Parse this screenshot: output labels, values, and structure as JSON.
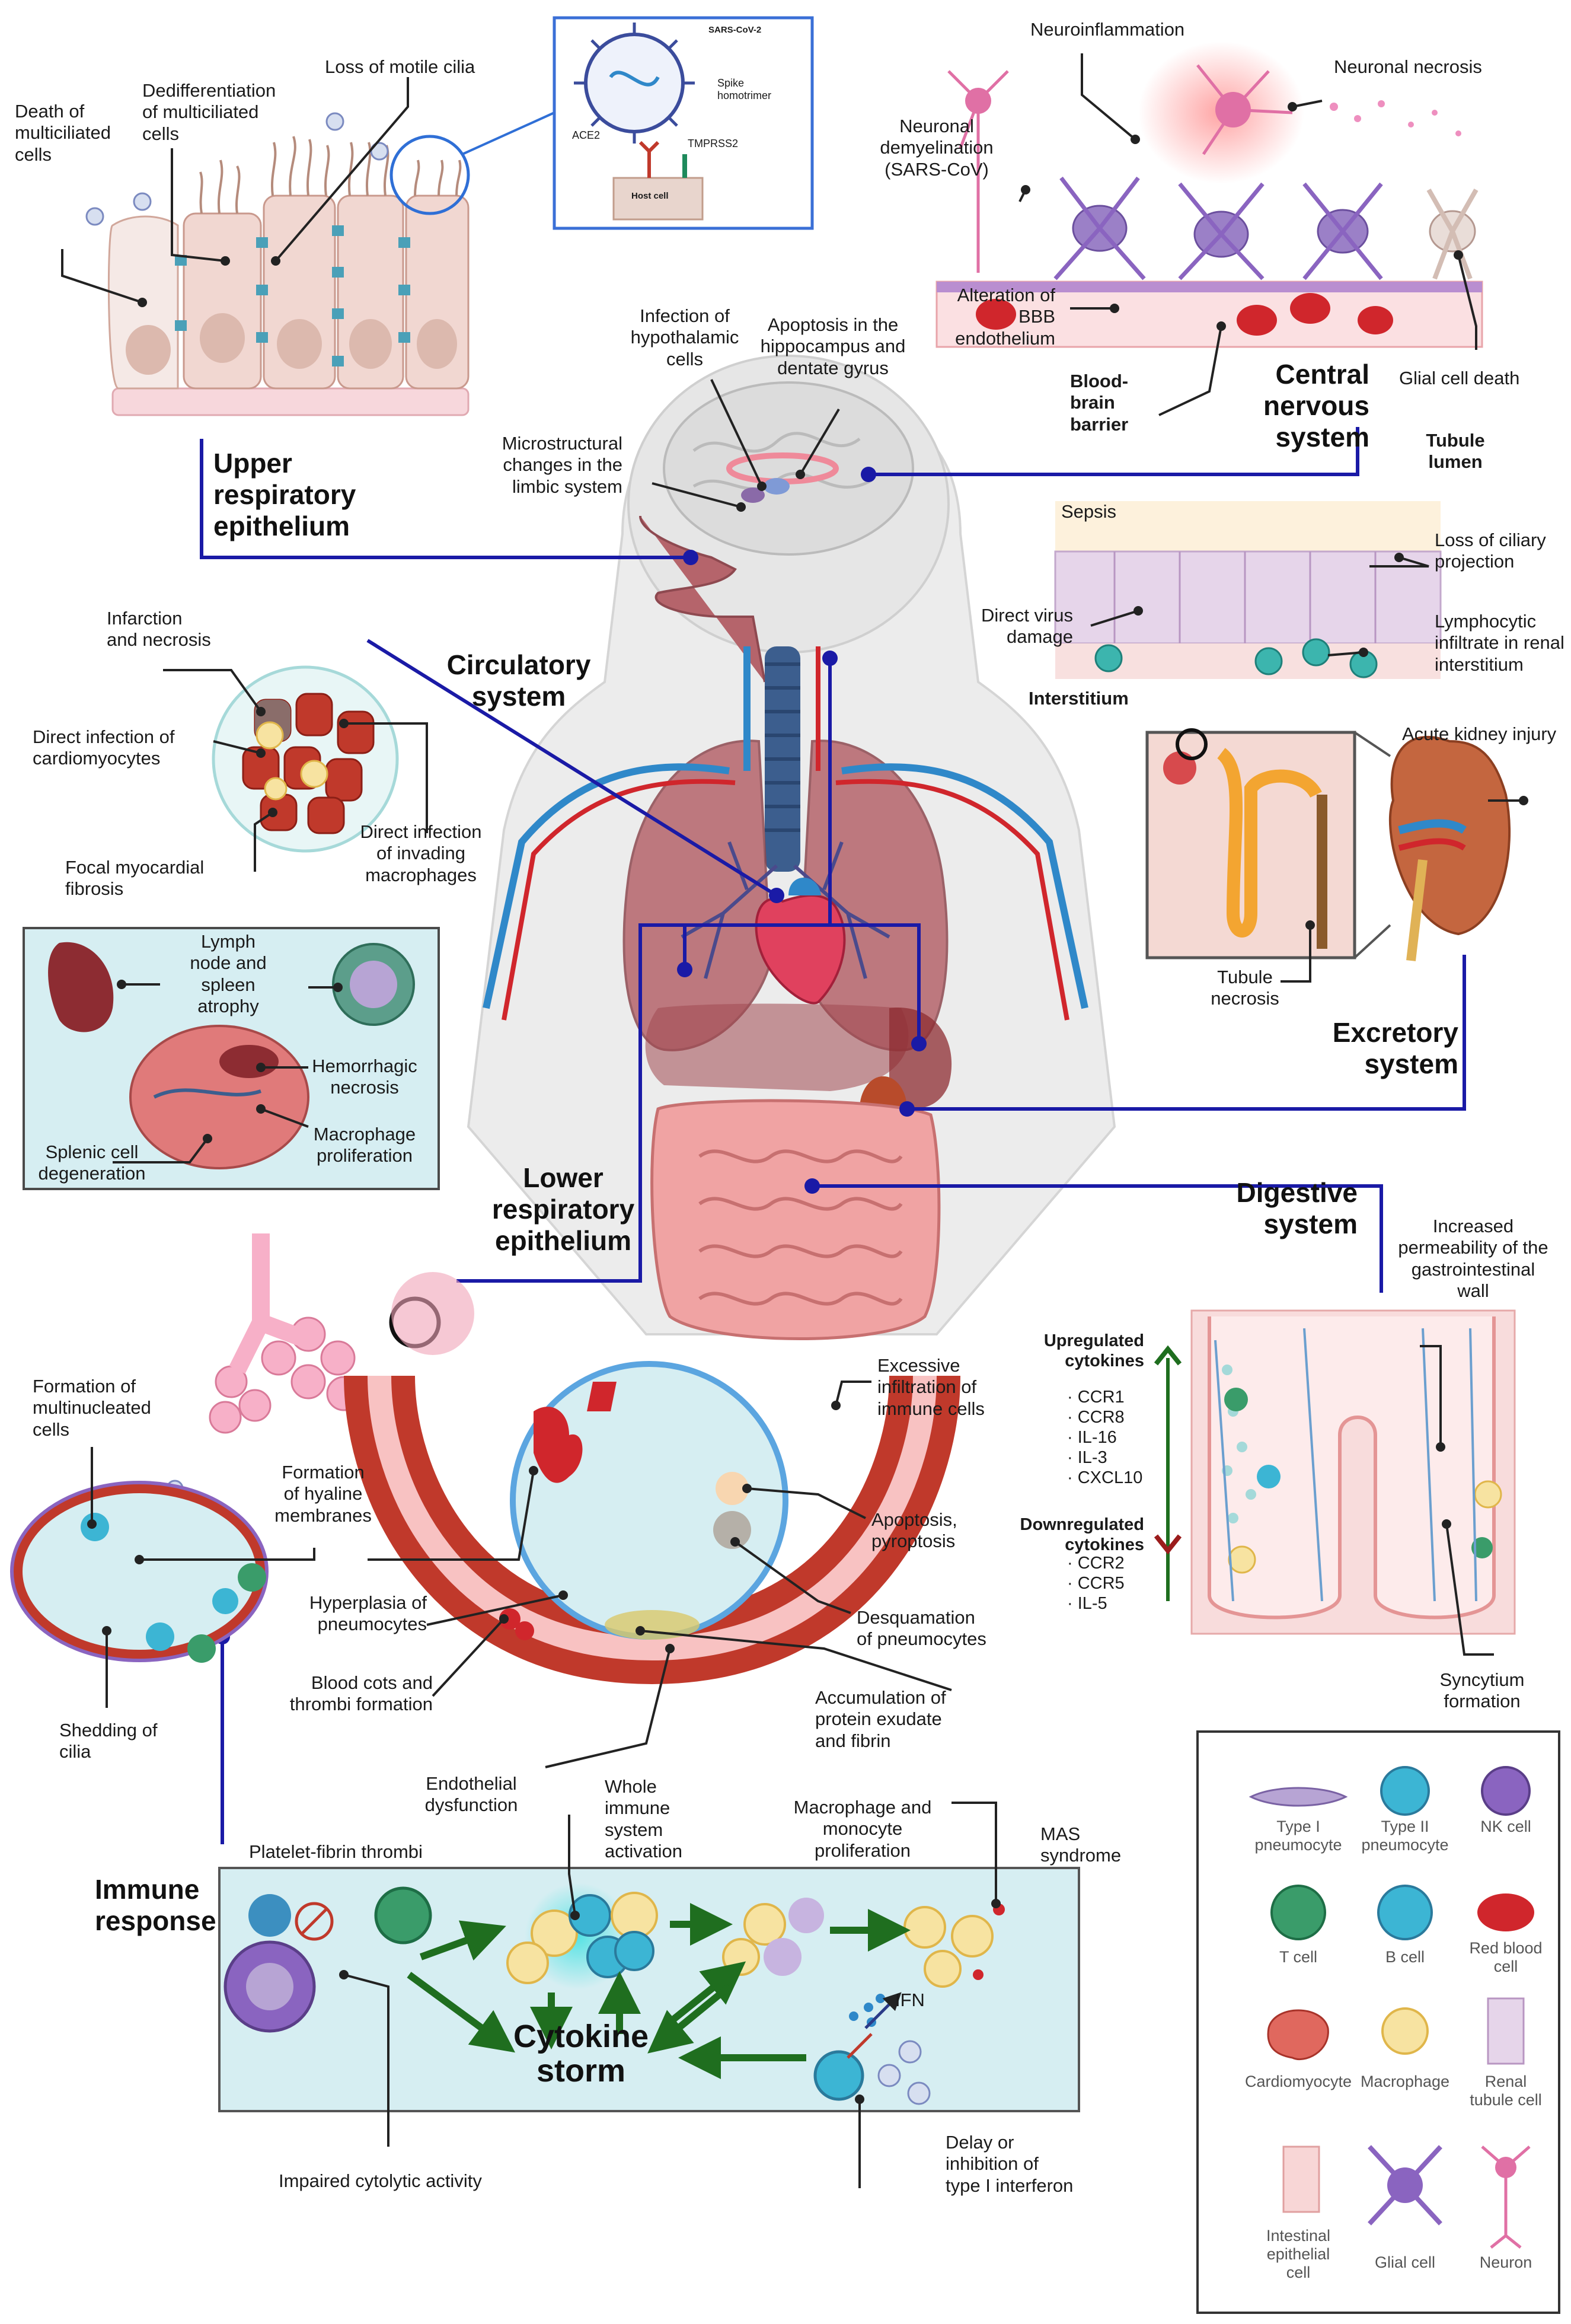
{
  "colors": {
    "connector_blue": "#1a1aa6",
    "arrow_green": "#1f6e1f",
    "panel_teal": "#d6eef2",
    "lung": "#b5646b",
    "intestine": "#f0a3a3",
    "rbc": "#d0262c"
  },
  "inset": {
    "title": "SARS-CoV-2",
    "spike": "Spike\nhomotrimer",
    "ace2": "ACE2",
    "tmprss2": "TMPRSS2",
    "host_cell": "Host cell"
  },
  "upper_resp": {
    "title": "Upper\nrespiratory\nepithelium",
    "death": "Death of\nmulticiliated\ncells",
    "dediff": "Dedifferentiation\nof multiciliated\ncells",
    "loss_cilia": "Loss of motile cilia"
  },
  "cns": {
    "title": "Central\nnervous\nsystem",
    "neuroinflammation": "Neuroinflammation",
    "necrosis": "Neuronal necrosis",
    "demyelination": "Neuronal\ndemyelination\n(SARS-CoV)",
    "bbb_alteration": "Alteration of\nBBB\nendothelium",
    "bbb": "Blood-\nbrain\nbarrier",
    "glial_death": "Glial cell death"
  },
  "brain": {
    "hypothalamic": "Infection of\nhypothalamic\ncells",
    "apoptosis": "Apoptosis in the\nhippocampus and\ndentate gyrus",
    "limbic": "Microstructural\nchanges in the\nlimbic system"
  },
  "excretory": {
    "title": "Excretory\nsystem",
    "tubule_lumen": "Tubule\nlumen",
    "sepsis": "Sepsis",
    "loss_ciliary": "Loss of ciliary\nprojection",
    "direct_damage": "Direct virus\ndamage",
    "lympho": "Lymphocytic\ninfiltrate in renal\ninterstitium",
    "interstitium": "Interstitium",
    "aki": "Acute kidney injury",
    "tubule_necrosis": "Tubule\nnecrosis"
  },
  "circulatory": {
    "title": "Circulatory\nsystem",
    "infarction": "Infarction\nand necrosis",
    "cardio": "Direct infection of\ncardiomyocytes",
    "macro": "Direct infection\nof invading\nmacrophages",
    "fibrosis": "Focal myocardial\nfibrosis"
  },
  "spleen": {
    "atrophy": "Lymph\nnode and\nspleen\natrophy",
    "hemorrhagic": "Hemorrhagic\nnecrosis",
    "macro_prolif": "Macrophage\nproliferation",
    "splenic": "Splenic cell\ndegeneration"
  },
  "lower_resp": {
    "title": "Lower\nrespiratory\nepithelium",
    "multinucleated": "Formation of\nmultinucleated\ncells",
    "hyaline": "Formation\nof hyaline\nmembranes",
    "hyperplasia": "Hyperplasia of\npneumocytes",
    "clots": "Blood cots and\nthrombi formation",
    "shedding": "Shedding of\ncilia",
    "endothelial": "Endothelial\ndysfunction",
    "infiltration": "Excessive\ninfiltration of\nimmune cells",
    "apoptosis": "Apoptosis,\npyroptosis",
    "desquamation": "Desquamation\nof pneumocytes",
    "exudate": "Accumulation of\nprotein exudate\nand fibrin"
  },
  "digestive": {
    "title": "Digestive\nsystem",
    "permeability": "Increased\npermeability of the\ngastrointestinal\nwall",
    "up_title": "Upregulated\ncytokines",
    "up_list": "· CCR1\n· CCR8\n· IL-16\n· IL-3\n· CXCL10",
    "down_title": "Downregulated\ncytokines",
    "down_list": "· CCR2\n· CCR5\n· IL-5",
    "syncytium": "Syncytium\nformation"
  },
  "immune": {
    "title": "Immune\nresponse",
    "platelet": "Platelet-fibrin thrombi",
    "whole": "Whole\nimmune\nsystem\nactivation",
    "macro_mono": "Macrophage and\nmonocyte\nproliferation",
    "mas": "MAS\nsyndrome",
    "storm": "Cytokine\nstorm",
    "ifn": "IFN",
    "impaired": "Impaired cytolytic activity",
    "delay": "Delay or\ninhibition of\ntype I interferon"
  },
  "legend": [
    {
      "label": "Type I\npneumocyte",
      "icon": "type1-pneumocyte-icon"
    },
    {
      "label": "Type II\npneumocyte",
      "icon": "type2-pneumocyte-icon"
    },
    {
      "label": "NK cell",
      "icon": "nk-cell-icon"
    },
    {
      "label": "T cell",
      "icon": "t-cell-icon"
    },
    {
      "label": "B cell",
      "icon": "b-cell-icon"
    },
    {
      "label": "Red blood\ncell",
      "icon": "red-blood-cell-icon"
    },
    {
      "label": "Cardiomyocyte",
      "icon": "cardiomyocyte-icon"
    },
    {
      "label": "Macrophage",
      "icon": "macrophage-icon"
    },
    {
      "label": "Renal\ntubule cell",
      "icon": "renal-tubule-cell-icon"
    },
    {
      "label": "Intestinal\nepithelial\ncell",
      "icon": "intestinal-cell-icon"
    },
    {
      "label": "Glial cell",
      "icon": "glial-cell-icon"
    },
    {
      "label": "Neuron",
      "icon": "neuron-icon"
    }
  ]
}
